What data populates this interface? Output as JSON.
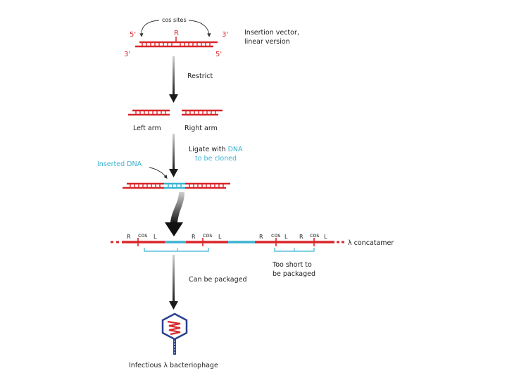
{
  "labels": {
    "cos_sites": "cos sites",
    "five_prime_top": "5'",
    "three_prime_top": "3'",
    "three_prime_bottom": "3'",
    "five_prime_bottom": "5'",
    "r_site": "R",
    "vector_line1": "Insertion vector,",
    "vector_line2": "linear version",
    "restrict": "Restrict",
    "left_arm": "Left arm",
    "right_arm": "Right arm",
    "ligate_prefix": "Ligate with ",
    "ligate_dna": "DNA",
    "ligate_line2": "to be cloned",
    "inserted_dna": "Inserted DNA",
    "concat_r": "R",
    "concat_cos": "cos",
    "concat_l": "L",
    "concatamer": "λ concatamer",
    "too_short_line1": "Too short to",
    "too_short_line2": "be packaged",
    "can_be_packaged": "Can be packaged",
    "phage": "Infectious λ bacteriophage"
  },
  "colors": {
    "vector_dna": "#d8262a",
    "inserted_dna": "#3bb3d0",
    "arrow": "#1a1a1a"
  }
}
